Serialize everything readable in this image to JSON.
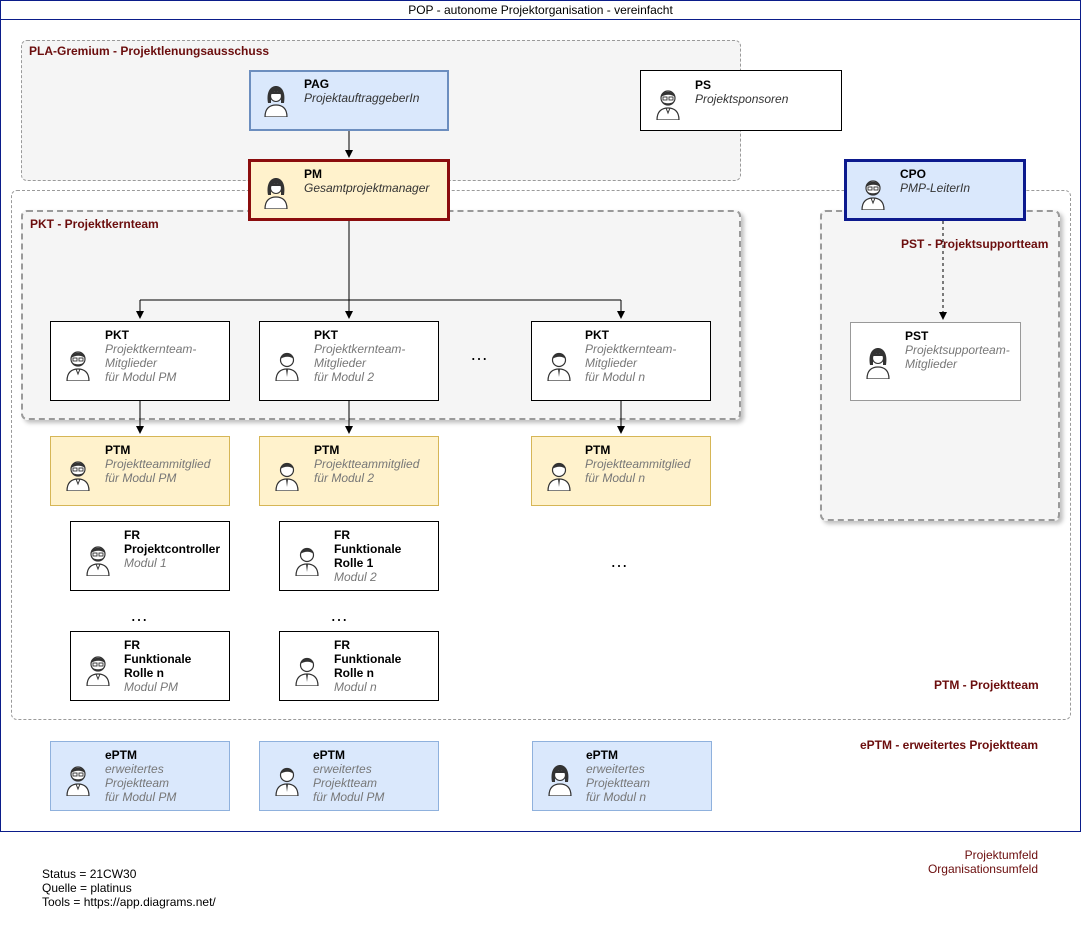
{
  "title": "POP - autonome Projektorganisation - vereinfacht",
  "groups": {
    "pla": "PLA-Gremium - Projektlenungsausschuss",
    "pkt": "PKT - Projektkernteam",
    "pst": "PST - Projektsupportteam",
    "ptm": "PTM - Projektteam",
    "eptm": "ePTM - erweitertes Projektteam"
  },
  "nodes": {
    "pag": {
      "title": "PAG",
      "sub": "ProjektauftraggeberIn"
    },
    "ps": {
      "title": "PS",
      "sub": "Projektsponsoren"
    },
    "pm": {
      "title": "PM",
      "sub": "Gesamtprojektmanager"
    },
    "cpo": {
      "title": "CPO",
      "sub": "PMP-LeiterIn"
    },
    "pkt1": {
      "title": "PKT",
      "sub": "Projektkernteam-\nMitglieder\nfür Modul PM"
    },
    "pkt2": {
      "title": "PKT",
      "sub": "Projektkernteam-\nMitglieder\nfür Modul 2"
    },
    "pkt3": {
      "title": "PKT",
      "sub": "Projektkernteam-\nMitglieder\nfür Modul n"
    },
    "pst": {
      "title": "PST",
      "sub": "Projektsupporteam-\nMitglieder"
    },
    "ptm1": {
      "title": "PTM",
      "sub": "Projektteammitglied\nfür Modul PM"
    },
    "ptm2": {
      "title": "PTM",
      "sub": "Projektteammitglied\nfür Modul 2"
    },
    "ptm3": {
      "title": "PTM",
      "sub": "Projektteammitglied\nfür Modul  n"
    },
    "fr1": {
      "title": "FR",
      "bold": "Projektcontroller",
      "sub": "Modul 1"
    },
    "fr2": {
      "title": "FR",
      "bold": "Funktionale\nRolle 1",
      "sub": "Modul 2"
    },
    "fr3": {
      "title": "FR",
      "bold": "Funktionale\nRolle n",
      "sub": "Modul PM"
    },
    "fr4": {
      "title": "FR",
      "bold": "Funktionale\nRolle n",
      "sub": "Modul n"
    },
    "eptm1": {
      "title": "ePTM",
      "sub": "erweitertes\nProjektteam\nfür Modul PM"
    },
    "eptm2": {
      "title": "ePTM",
      "sub": "erweitertes\nProjektteam\nfür Modul PM"
    },
    "eptm3": {
      "title": "ePTM",
      "sub": "erweitertes\nProjektteam\nfür Modul n"
    }
  },
  "ellipsis": "…",
  "footer": {
    "status": "Status = 21CW30",
    "quelle": "Quelle = platinus",
    "tools": "Tools = https://app.diagrams.net/",
    "umfeld1": "Projektumfeld",
    "umfeld2": "Organisationsumfeld"
  },
  "colors": {
    "frame": "#0b1d8a",
    "label": "#6b0d0d",
    "blue_fill": "#dae8fc",
    "yellow_fill": "#fff2cc"
  }
}
